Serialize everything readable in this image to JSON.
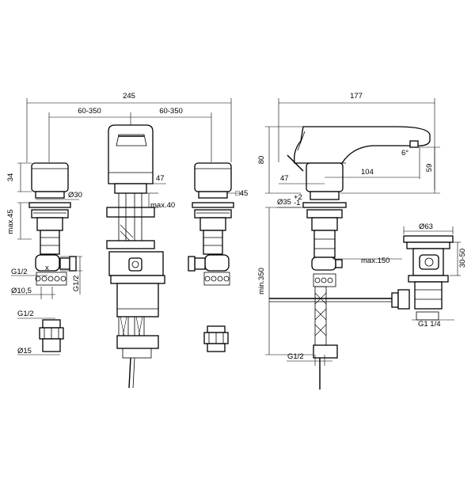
{
  "dimensions": {
    "overall_width": "245",
    "spacing_left": "60-350",
    "spacing_right": "60-350",
    "handle_height": "34",
    "handle_diameter": "Ø30",
    "body_height": "max.45",
    "inlet_thread_left": "G1/2",
    "inlet_thread_vertical": "G1/2",
    "bore_diameter": "Ø10,5",
    "spout_width": "47",
    "spout_max": "max.40",
    "square_45": "□45",
    "adapter_thread": "G1/2",
    "adapter_diameter": "Ø15",
    "side_overall": "177",
    "side_height": "80",
    "side_47": "47",
    "side_104": "104",
    "side_angle": "6°",
    "side_59": "59",
    "side_diameter": "Ø35",
    "side_tolerance_plus": "+2",
    "side_tolerance_minus": "-1",
    "side_min_350": "min.350",
    "side_max_150": "max.150",
    "side_g12": "G1/2",
    "waste_diameter": "Ø63",
    "waste_range": "30-50",
    "waste_thread": "G1 1/4"
  }
}
